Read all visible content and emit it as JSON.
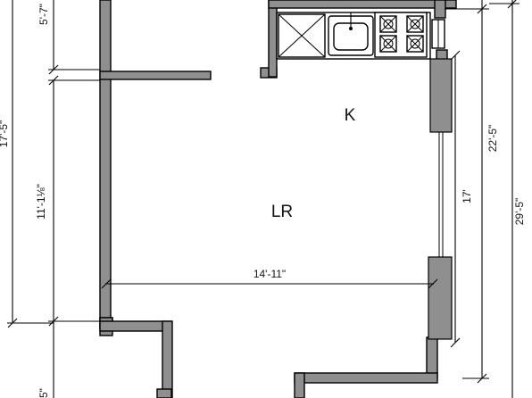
{
  "rooms": {
    "kitchen": "K",
    "living_room": "LR"
  },
  "dimensions": {
    "top_left": "5'-7\"",
    "left_outer": "17'-5\"",
    "left_inner": "11'-1⅛\"",
    "bottom_left": "5\"",
    "lr_width": "14'-11\"",
    "right_window_wall": "17'",
    "right_inner": "22'-5\"",
    "right_outer": "29'-5\""
  },
  "colors": {
    "wall_fill": "#8f8f8f",
    "line": "#000000",
    "background": "#ffffff"
  },
  "icons": [
    "sink-icon",
    "stove-burner-icon",
    "shower-x-icon"
  ]
}
